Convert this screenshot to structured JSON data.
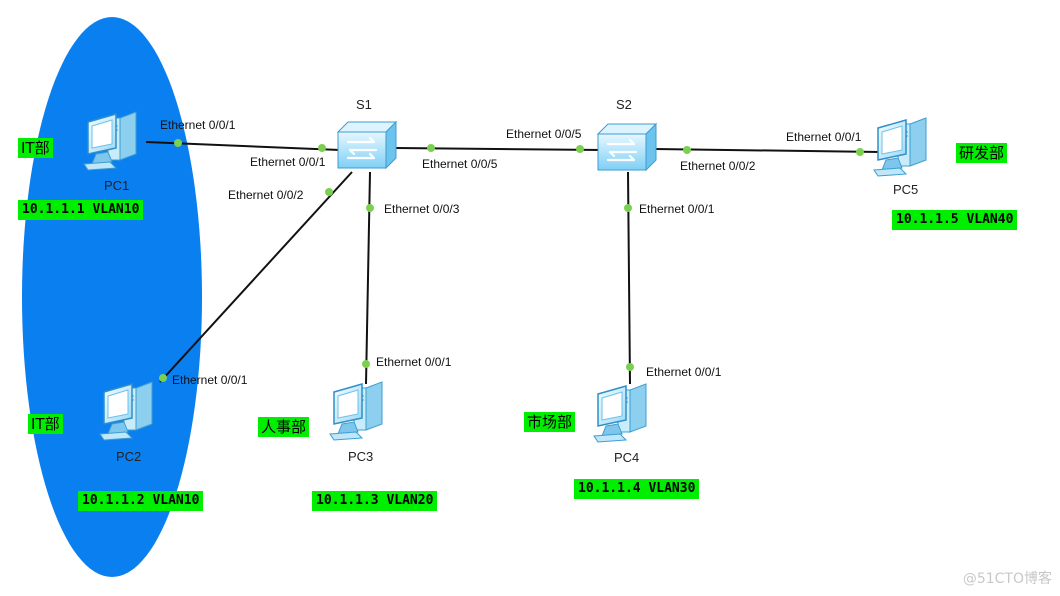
{
  "group_color": "#0a7ff0",
  "link_color": "#111111",
  "port_dot_color": "#7bd04f",
  "label_bg": "#00ee00",
  "switches": {
    "s1": {
      "name": "S1"
    },
    "s2": {
      "name": "S2"
    }
  },
  "pcs": {
    "pc1": {
      "name": "PC1",
      "dept": "IT部",
      "addr": "10.1.1.1 VLAN10"
    },
    "pc2": {
      "name": "PC2",
      "dept": "IT部",
      "addr": "10.1.1.2 VLAN10"
    },
    "pc3": {
      "name": "PC3",
      "dept": "人事部",
      "addr": "10.1.1.3 VLAN20"
    },
    "pc4": {
      "name": "PC4",
      "dept": "市场部",
      "addr": "10.1.1.4 VLAN30"
    },
    "pc5": {
      "name": "PC5",
      "dept": "研发部",
      "addr": "10.1.1.5 VLAN40"
    }
  },
  "ports": {
    "pc1_eth": "Ethernet 0/0/1",
    "s1_to_pc1": "Ethernet 0/0/1",
    "s1_to_pc2": "Ethernet 0/0/2",
    "s1_to_pc3": "Ethernet 0/0/3",
    "s1_to_s2": "Ethernet 0/0/5",
    "s2_to_s1": "Ethernet 0/0/5",
    "s2_to_pc5": "Ethernet 0/0/2",
    "s2_to_pc4": "Ethernet 0/0/1",
    "pc2_eth": "Ethernet 0/0/1",
    "pc3_eth": "Ethernet 0/0/1",
    "pc4_eth": "Ethernet 0/0/1",
    "pc5_eth": "Ethernet 0/0/1"
  },
  "watermark": "@51CTO博客"
}
